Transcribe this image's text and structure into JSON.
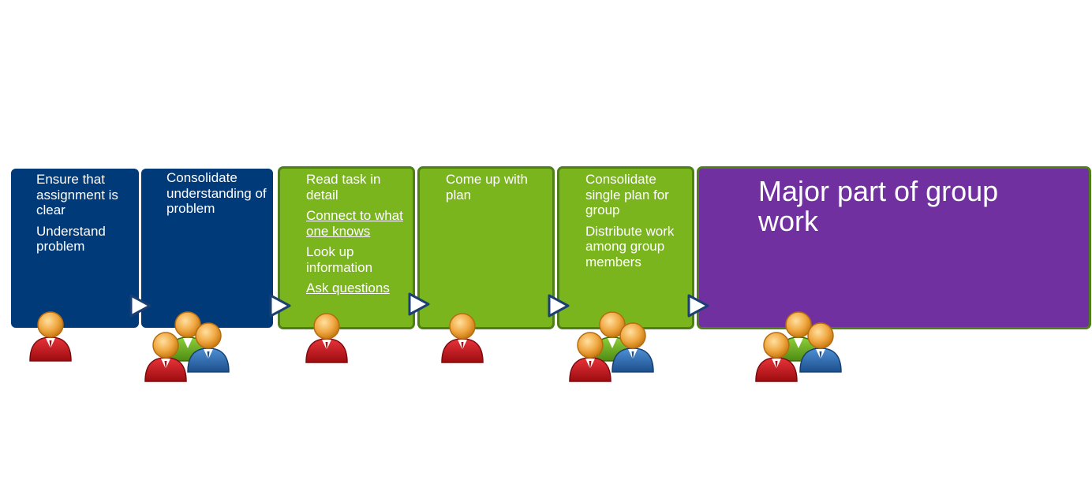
{
  "steps": [
    {
      "id": "ensure",
      "items": [
        {
          "text": "Ensure that assignment is clear",
          "underline": false
        },
        {
          "text": "Understand problem",
          "underline": false
        }
      ]
    },
    {
      "id": "consolidate-understanding",
      "items": [
        {
          "text": "Consolidate understanding of problem",
          "underline": false
        }
      ]
    },
    {
      "id": "read-task",
      "items": [
        {
          "text": "Read task in detail",
          "underline": false
        },
        {
          "text": "Connect to what one knows",
          "underline": true
        },
        {
          "text": "Look up information",
          "underline": false
        },
        {
          "text": "Ask questions",
          "underline": true
        }
      ]
    },
    {
      "id": "plan",
      "items": [
        {
          "text": "Come up with plan",
          "underline": false
        }
      ]
    },
    {
      "id": "consolidate-plan",
      "items": [
        {
          "text": "Consolidate single plan for group",
          "underline": false
        },
        {
          "text": "Distribute work among group members",
          "underline": false
        }
      ]
    },
    {
      "id": "major-work",
      "items": [
        {
          "text": "Major part of group work",
          "underline": false
        }
      ]
    }
  ],
  "icons": {
    "arrow": "play-arrow-icon",
    "single_person": "person-icon",
    "group": "group-icon"
  },
  "colors": {
    "blue": "#013a78",
    "green": "#7ab51d",
    "green_border": "#4f7f18",
    "purple": "#7030a0",
    "person_red": "#c8141c",
    "person_blue": "#2c6fb5",
    "head": "#f0a842"
  }
}
